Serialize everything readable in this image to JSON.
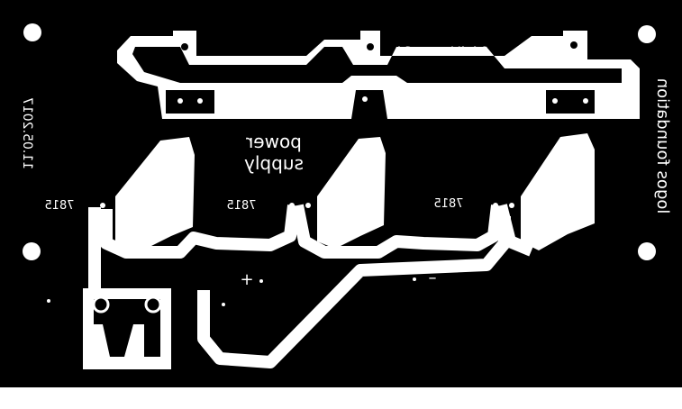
{
  "board": {
    "background_color": "#000000",
    "copper_color": "#ffffff",
    "date_text": "11.05.2017",
    "brand_text": "logos foundation",
    "rating_text": "14.4Vmax - 3A",
    "title_line1": "power",
    "title_line2": "supply",
    "regulators": [
      "7815",
      "7815",
      "7815"
    ],
    "plus_text": "+",
    "minus_text": "–"
  }
}
